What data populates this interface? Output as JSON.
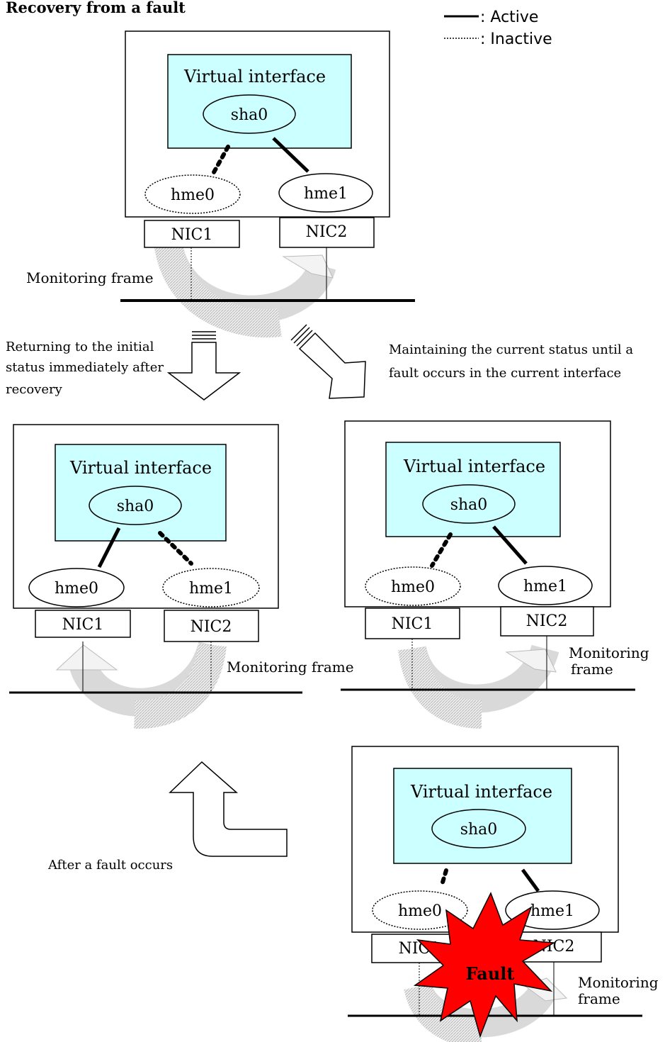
{
  "title": "Recovery from a fault",
  "legend": {
    "active": ": Active",
    "inactive": ": Inactive"
  },
  "labels": {
    "virtual_interface": "Virtual interface",
    "sha0": "sha0",
    "hme0": "hme0",
    "hme1": "hme1",
    "nic1": "NIC1",
    "nic2": "NIC2",
    "monitoring_frame": "Monitoring frame",
    "monitoring": "Monitoring",
    "frame": "frame",
    "fault": "Fault"
  },
  "captions": {
    "return_line1": "Returning to the initial",
    "return_line2": "status immediately after",
    "return_line3": "recovery",
    "maintain_line1": "Maintaining the current status until a",
    "maintain_line2": "fault occurs in the current interface",
    "after_fault": "After a fault occurs"
  },
  "colors": {
    "virtual_box_fill": "#ccffff",
    "fault_fill": "#ff0000",
    "monitor_arrow_fill": "#d9d9d9"
  }
}
